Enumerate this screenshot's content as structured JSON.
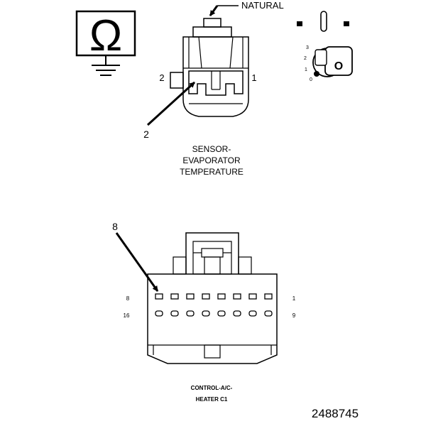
{
  "sensor_connector": {
    "color_callout": "NATURAL",
    "pin_left": "2",
    "pin_right": "1",
    "pointer_label": "2",
    "caption_lines": [
      "SENSOR-",
      "EVAPORATOR",
      "TEMPERATURE"
    ]
  },
  "ohm_symbol": {
    "glyph": "Ω",
    "icon": "ohmmeter-icon"
  },
  "ignition_key": {
    "icon": "ignition-key-icon",
    "positions": [
      "3",
      "2",
      "1",
      "0"
    ],
    "key_letter": "O"
  },
  "control_connector": {
    "pointer_label": "8",
    "row1_left": "8",
    "row1_right": "1",
    "row2_left": "16",
    "row2_right": "9",
    "caption_lines": [
      "CONTROL-A/C-",
      "HEATER C1"
    ]
  },
  "figure_number": "2488745"
}
